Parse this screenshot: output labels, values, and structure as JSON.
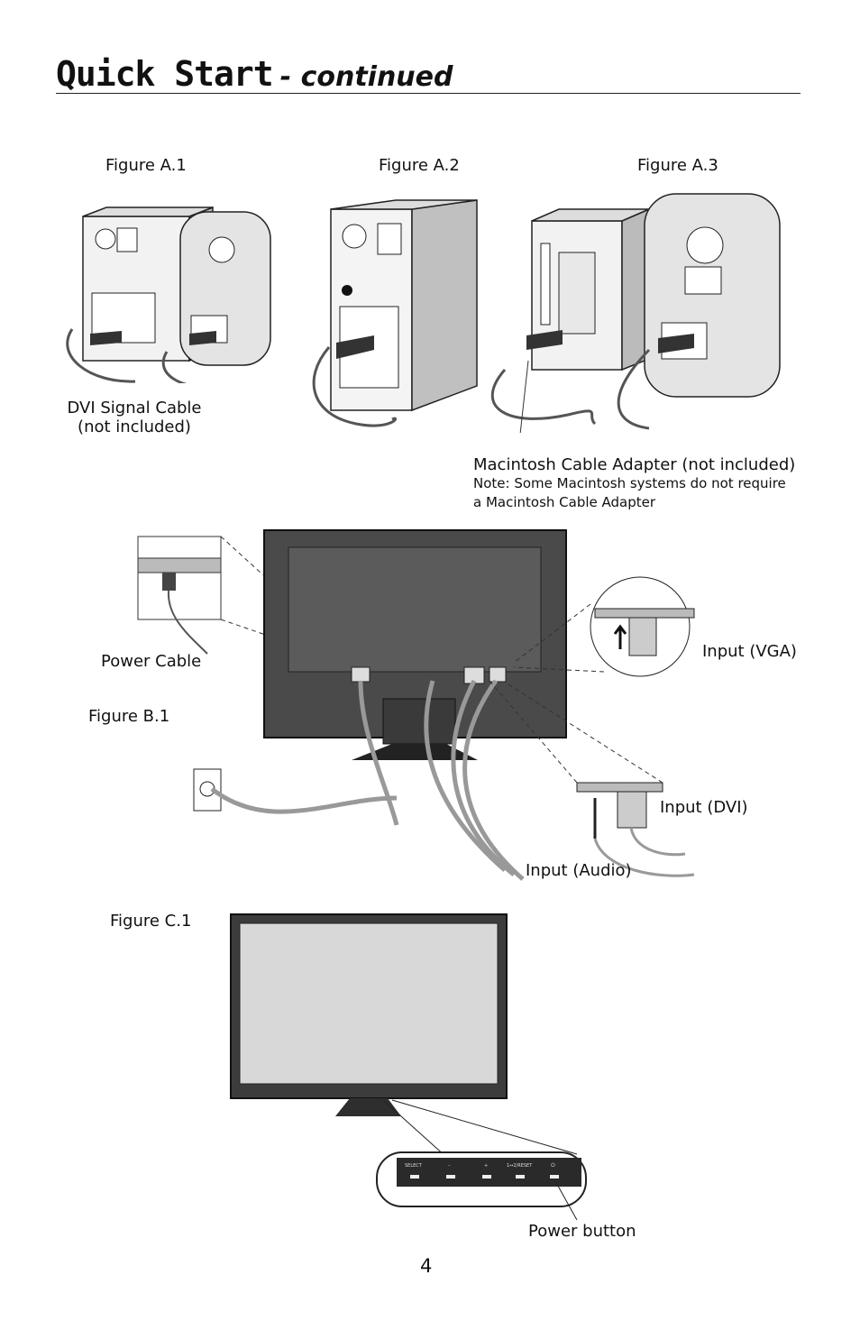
{
  "header": {
    "title_main": "Quick Start",
    "title_sub": "- continued"
  },
  "figures": {
    "a1": {
      "label": "Figure A.1",
      "callout_line1": "DVI Signal Cable",
      "callout_line2": "(not included)"
    },
    "a2": {
      "label": "Figure A.2"
    },
    "a3": {
      "label": "Figure A.3",
      "callout": "Macintosh Cable Adapter (not included)",
      "note_line1": "Note: Some Macintosh systems do not require",
      "note_line2": "a Macintosh Cable Adapter"
    },
    "b1": {
      "label": "Figure B.1",
      "power_cable": "Power Cable",
      "input_vga": "Input (VGA)",
      "input_dvi": "Input (DVI)",
      "input_audio": "Input (Audio)"
    },
    "c1": {
      "label": "Figure C.1",
      "power_button": "Power button",
      "buttons": [
        "SELECT",
        "–",
        "+",
        "1↔2/RESET",
        "⏻"
      ]
    }
  },
  "footer": {
    "page_number": "4"
  }
}
